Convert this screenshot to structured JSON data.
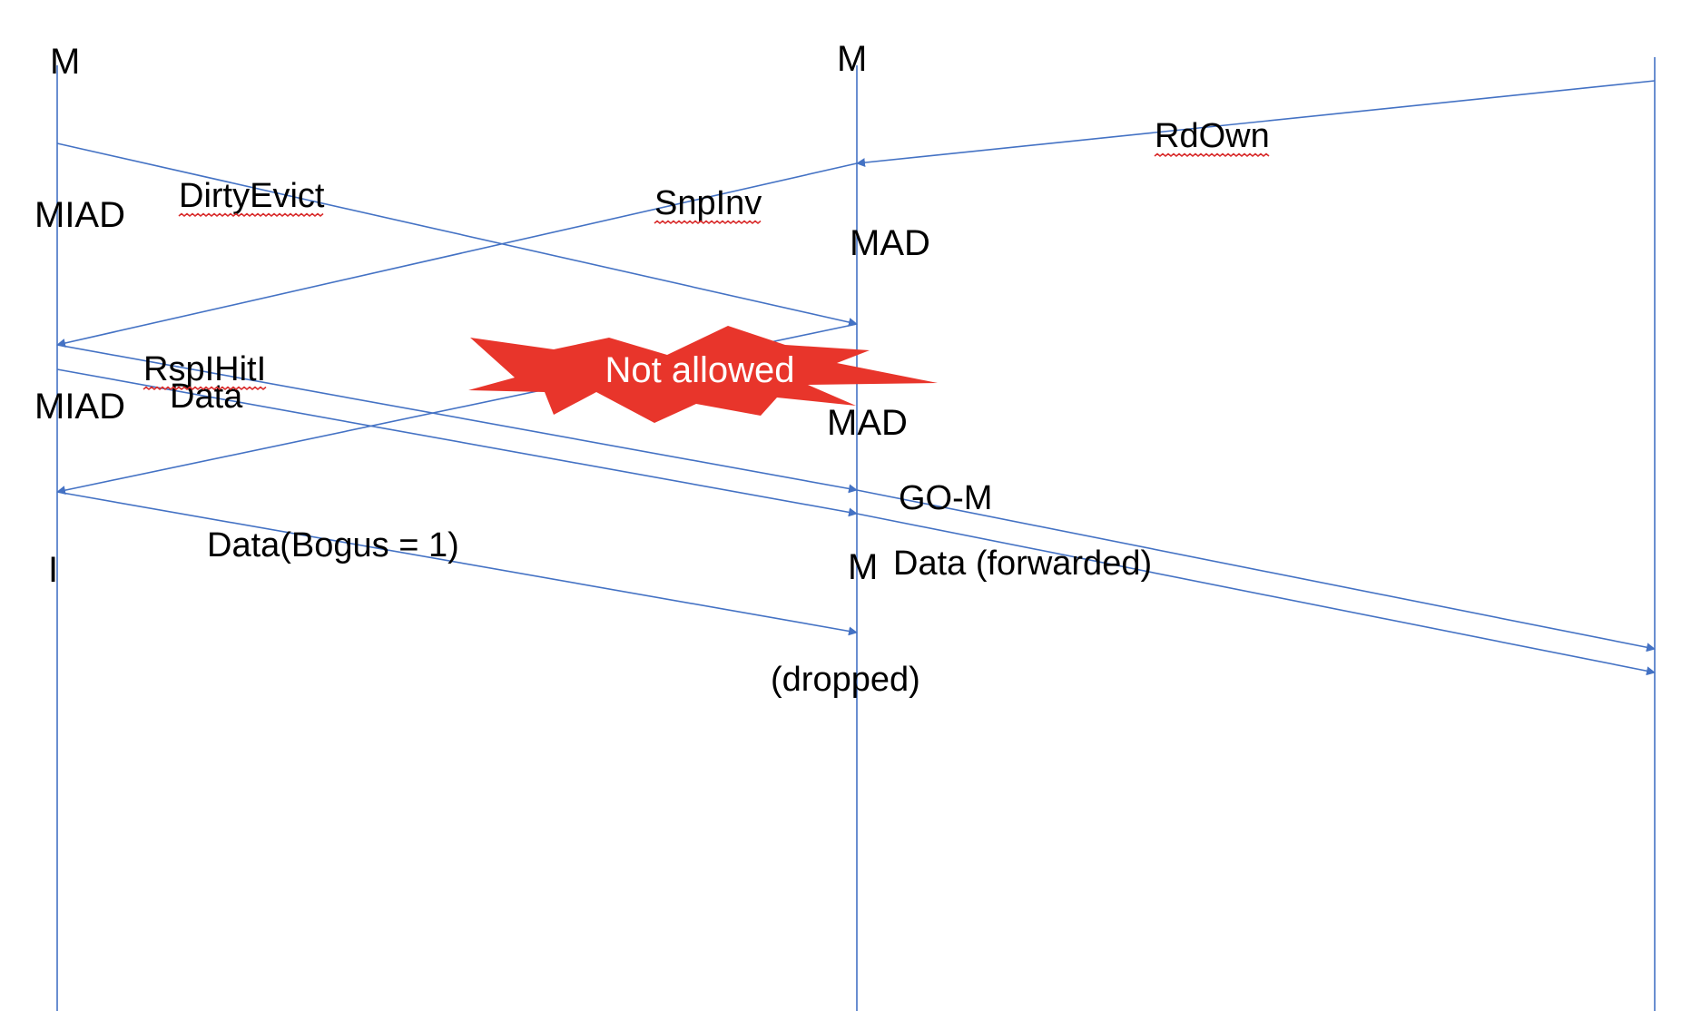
{
  "colors": {
    "line": "#4472C4",
    "burst": "#E8352B",
    "spellcheck": "#D92B2B",
    "text": "#000000",
    "burst_text": "#FFFFFF"
  },
  "states": {
    "agent1_initial": "M",
    "agent2_initial": "M",
    "agent1_miad_1": "MIAD",
    "agent2_mad_1": "MAD",
    "agent1_miad_2": "MIAD",
    "agent2_mad_2": "MAD",
    "agent1_final": "I",
    "agent2_final": "M"
  },
  "messages": {
    "rdown": "RdOwn",
    "dirtyevict": "DirtyEvict",
    "snpinv": "SnpInv",
    "rsplhiti": "RspIHitI",
    "data": "Data",
    "gom": "GO-M",
    "data_bogus": "Data(Bogus = 1)",
    "data_forwarded": "Data (forwarded)",
    "dropped": "(dropped)"
  },
  "callout": {
    "text": "Not allowed"
  }
}
